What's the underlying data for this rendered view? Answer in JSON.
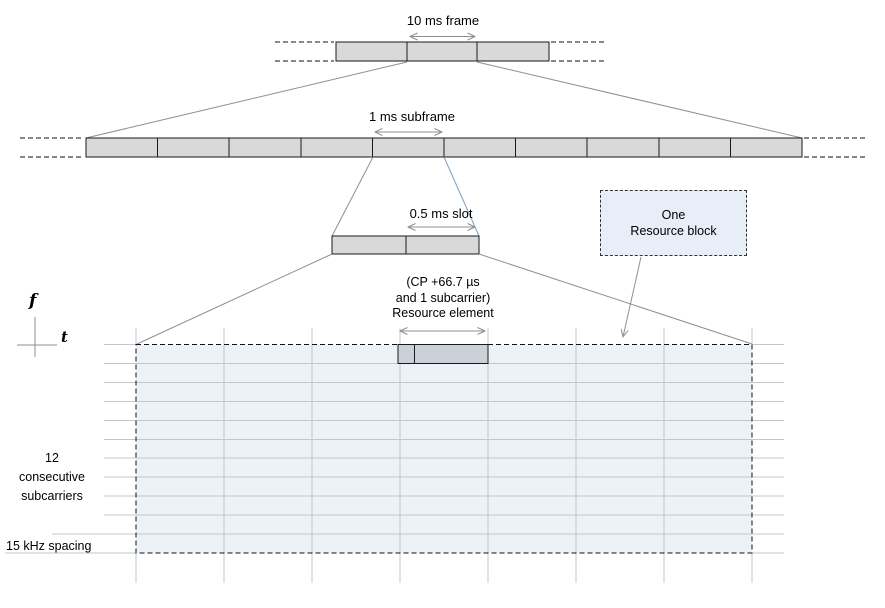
{
  "labels": {
    "frame": "10 ms frame",
    "subframe": "1 ms subframe",
    "slot": "0.5 ms slot",
    "resource_element": "(CP +66.7 µs\nand 1 subcarrier)\nResource element",
    "resource_block": "One\nResource block",
    "axis_f": "f",
    "axis_t": "t",
    "subcarriers": "12\nconsecutive\nsubcarriers",
    "spacing": "15 kHz spacing"
  },
  "resource_grid": {
    "rows": 11,
    "columns": 7
  },
  "colors": {
    "bar-fill": "#d9d9d9",
    "bar-stroke": "#1a1a1a",
    "line-gray": "#8f8f8f",
    "line-blue": "#7f9fc6",
    "grid-fill": "#edf1f8",
    "grid-line": "#c2c6cc",
    "re-fill": "#ccd1d9",
    "rb-fill": "#e8eef7"
  }
}
